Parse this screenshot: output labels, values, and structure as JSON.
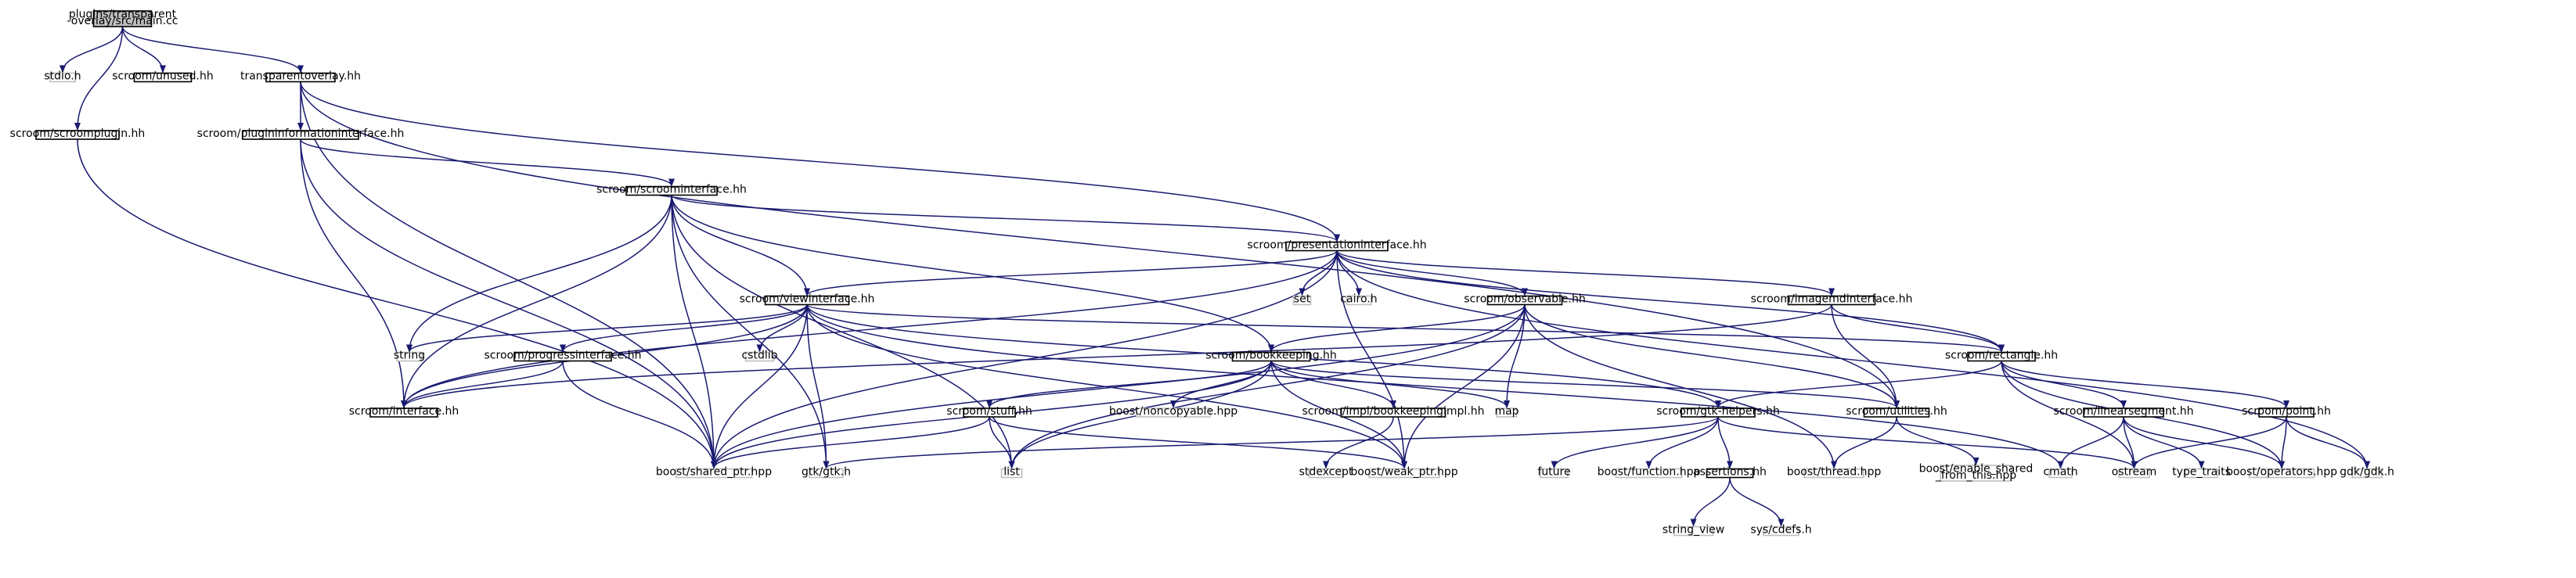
{
  "colors": {
    "edge": "#191970",
    "border": "#000000",
    "leaf_border": "#bfbfbf",
    "root_fill": "#bfbfbf",
    "fill": "#ffffff",
    "leaf_text": "#3f3f3f"
  },
  "nodes": [
    {
      "id": "main",
      "label": [
        "plugins/transparent",
        "-overlay/src/main.cc"
      ],
      "kind": "root"
    },
    {
      "id": "stdio",
      "label": [
        "stdio.h"
      ],
      "kind": "leaf"
    },
    {
      "id": "unused",
      "label": [
        "scroom/unused.hh"
      ],
      "kind": "node"
    },
    {
      "id": "transparentoverlay",
      "label": [
        "transparentoverlay.hh"
      ],
      "kind": "node"
    },
    {
      "id": "scroomplugin",
      "label": [
        "scroom/scroomplugin.hh"
      ],
      "kind": "node"
    },
    {
      "id": "plugininfo",
      "label": [
        "scroom/plugininformationinterface.hh"
      ],
      "kind": "node"
    },
    {
      "id": "scroominterface",
      "label": [
        "scroom/scroominterface.hh"
      ],
      "kind": "node"
    },
    {
      "id": "presentation",
      "label": [
        "scroom/presentationinterface.hh"
      ],
      "kind": "node"
    },
    {
      "id": "set",
      "label": [
        "set"
      ],
      "kind": "leaf"
    },
    {
      "id": "cairo",
      "label": [
        "cairo.h"
      ],
      "kind": "leaf"
    },
    {
      "id": "viewinterface",
      "label": [
        "scroom/viewinterface.hh"
      ],
      "kind": "node"
    },
    {
      "id": "observable",
      "label": [
        "scroom/observable.hh"
      ],
      "kind": "node"
    },
    {
      "id": "imagemd",
      "label": [
        "scroom/imagemdinterface.hh"
      ],
      "kind": "node"
    },
    {
      "id": "string",
      "label": [
        "string"
      ],
      "kind": "leaf"
    },
    {
      "id": "cstdlib",
      "label": [
        "cstdlib"
      ],
      "kind": "leaf"
    },
    {
      "id": "progress",
      "label": [
        "scroom/progressinterface.hh"
      ],
      "kind": "node"
    },
    {
      "id": "bookkeeping",
      "label": [
        "scroom/bookkeeping.hh"
      ],
      "kind": "node"
    },
    {
      "id": "rectangle",
      "label": [
        "scroom/rectangle.hh"
      ],
      "kind": "node"
    },
    {
      "id": "interface",
      "label": [
        "scroom/interface.hh"
      ],
      "kind": "node"
    },
    {
      "id": "noncopyable",
      "label": [
        "boost/noncopyable.hpp"
      ],
      "kind": "leaf"
    },
    {
      "id": "bookkeepingimpl",
      "label": [
        "scroom/impl/bookkeepingimpl.hh"
      ],
      "kind": "node"
    },
    {
      "id": "stuff",
      "label": [
        "scroom/stuff.hh"
      ],
      "kind": "node"
    },
    {
      "id": "map",
      "label": [
        "map"
      ],
      "kind": "leaf"
    },
    {
      "id": "gtkhelpers",
      "label": [
        "scroom/gtk-helpers.hh"
      ],
      "kind": "node"
    },
    {
      "id": "utilities",
      "label": [
        "scroom/utilities.hh"
      ],
      "kind": "node"
    },
    {
      "id": "linearsegment",
      "label": [
        "scroom/linearsegment.hh"
      ],
      "kind": "node"
    },
    {
      "id": "point",
      "label": [
        "scroom/point.hh"
      ],
      "kind": "node"
    },
    {
      "id": "sharedptr",
      "label": [
        "boost/shared_ptr.hpp"
      ],
      "kind": "leaf"
    },
    {
      "id": "gtk",
      "label": [
        "gtk/gtk.h"
      ],
      "kind": "leaf"
    },
    {
      "id": "list",
      "label": [
        "list"
      ],
      "kind": "leaf"
    },
    {
      "id": "stdexcept",
      "label": [
        "stdexcept"
      ],
      "kind": "leaf"
    },
    {
      "id": "weakptr",
      "label": [
        "boost/weak_ptr.hpp"
      ],
      "kind": "leaf"
    },
    {
      "id": "future",
      "label": [
        "future"
      ],
      "kind": "leaf"
    },
    {
      "id": "function",
      "label": [
        "boost/function.hpp"
      ],
      "kind": "leaf"
    },
    {
      "id": "assertions",
      "label": [
        "assertions.hh"
      ],
      "kind": "node"
    },
    {
      "id": "thread",
      "label": [
        "boost/thread.hpp"
      ],
      "kind": "leaf"
    },
    {
      "id": "enableshared",
      "label": [
        "boost/enable_shared",
        "_from_this.hpp"
      ],
      "kind": "leaf"
    },
    {
      "id": "cmath",
      "label": [
        "cmath"
      ],
      "kind": "leaf"
    },
    {
      "id": "ostream",
      "label": [
        "ostream"
      ],
      "kind": "leaf"
    },
    {
      "id": "typetraits",
      "label": [
        "type_traits"
      ],
      "kind": "leaf"
    },
    {
      "id": "operators",
      "label": [
        "boost/operators.hpp"
      ],
      "kind": "leaf"
    },
    {
      "id": "gdk",
      "label": [
        "gdk/gdk.h"
      ],
      "kind": "leaf"
    },
    {
      "id": "stringview",
      "label": [
        "string_view"
      ],
      "kind": "leaf"
    },
    {
      "id": "cdefs",
      "label": [
        "sys/cdefs.h"
      ],
      "kind": "leaf"
    }
  ],
  "edges": [
    [
      "main",
      "stdio"
    ],
    [
      "main",
      "unused"
    ],
    [
      "main",
      "transparentoverlay"
    ],
    [
      "main",
      "scroomplugin"
    ],
    [
      "scroomplugin",
      "sharedptr"
    ],
    [
      "transparentoverlay",
      "plugininfo"
    ],
    [
      "transparentoverlay",
      "presentation"
    ],
    [
      "transparentoverlay",
      "sharedptr"
    ],
    [
      "transparentoverlay",
      "utilities"
    ],
    [
      "plugininfo",
      "scroominterface"
    ],
    [
      "plugininfo",
      "interface"
    ],
    [
      "plugininfo",
      "sharedptr"
    ],
    [
      "scroominterface",
      "presentation"
    ],
    [
      "scroominterface",
      "viewinterface"
    ],
    [
      "scroominterface",
      "bookkeeping"
    ],
    [
      "scroominterface",
      "string"
    ],
    [
      "scroominterface",
      "interface"
    ],
    [
      "scroominterface",
      "sharedptr"
    ],
    [
      "scroominterface",
      "gtk"
    ],
    [
      "scroominterface",
      "list"
    ],
    [
      "presentation",
      "set"
    ],
    [
      "presentation",
      "cairo"
    ],
    [
      "presentation",
      "viewinterface"
    ],
    [
      "presentation",
      "observable"
    ],
    [
      "presentation",
      "imagemd"
    ],
    [
      "presentation",
      "rectangle"
    ],
    [
      "presentation",
      "interface"
    ],
    [
      "presentation",
      "sharedptr"
    ],
    [
      "presentation",
      "weakptr"
    ],
    [
      "presentation",
      "gdk"
    ],
    [
      "viewinterface",
      "string"
    ],
    [
      "viewinterface",
      "cstdlib"
    ],
    [
      "viewinterface",
      "progress"
    ],
    [
      "viewinterface",
      "interface"
    ],
    [
      "viewinterface",
      "sharedptr"
    ],
    [
      "viewinterface",
      "gtk"
    ],
    [
      "viewinterface",
      "weakptr"
    ],
    [
      "viewinterface",
      "rectangle"
    ],
    [
      "viewinterface",
      "gtkhelpers"
    ],
    [
      "viewinterface",
      "cmath"
    ],
    [
      "observable",
      "bookkeeping"
    ],
    [
      "observable",
      "map"
    ],
    [
      "observable",
      "list"
    ],
    [
      "observable",
      "sharedptr"
    ],
    [
      "observable",
      "weakptr"
    ],
    [
      "observable",
      "utilities"
    ],
    [
      "observable",
      "thread"
    ],
    [
      "imagemd",
      "rectangle"
    ],
    [
      "imagemd",
      "utilities"
    ],
    [
      "imagemd",
      "interface"
    ],
    [
      "progress",
      "interface"
    ],
    [
      "progress",
      "sharedptr"
    ],
    [
      "bookkeeping",
      "noncopyable"
    ],
    [
      "bookkeeping",
      "bookkeepingimpl"
    ],
    [
      "bookkeeping",
      "stuff"
    ],
    [
      "bookkeeping",
      "map"
    ],
    [
      "bookkeeping",
      "list"
    ],
    [
      "bookkeeping",
      "sharedptr"
    ],
    [
      "bookkeeping",
      "weakptr"
    ],
    [
      "bookkeeping",
      "utilities"
    ],
    [
      "bookkeepingimpl",
      "stdexcept"
    ],
    [
      "stuff",
      "sharedptr"
    ],
    [
      "stuff",
      "list"
    ],
    [
      "stuff",
      "weakptr"
    ],
    [
      "rectangle",
      "gtkhelpers"
    ],
    [
      "rectangle",
      "linearsegment"
    ],
    [
      "rectangle",
      "point"
    ],
    [
      "rectangle",
      "ostream"
    ],
    [
      "rectangle",
      "operators"
    ],
    [
      "gtkhelpers",
      "gtk"
    ],
    [
      "gtkhelpers",
      "future"
    ],
    [
      "gtkhelpers",
      "function"
    ],
    [
      "gtkhelpers",
      "assertions"
    ],
    [
      "gtkhelpers",
      "ostream"
    ],
    [
      "utilities",
      "thread"
    ],
    [
      "utilities",
      "enableshared"
    ],
    [
      "linearsegment",
      "cmath"
    ],
    [
      "linearsegment",
      "ostream"
    ],
    [
      "linearsegment",
      "typetraits"
    ],
    [
      "linearsegment",
      "operators"
    ],
    [
      "point",
      "ostream"
    ],
    [
      "point",
      "operators"
    ],
    [
      "point",
      "gdk"
    ],
    [
      "assertions",
      "stringview"
    ],
    [
      "assertions",
      "cdefs"
    ]
  ]
}
